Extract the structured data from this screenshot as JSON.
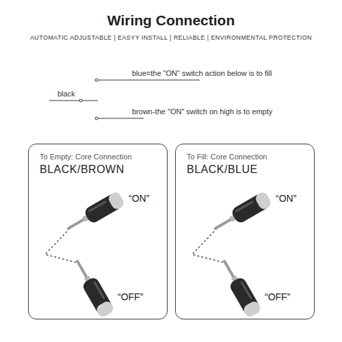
{
  "diagram": {
    "title": "Wiring Connection",
    "nodes": [
      {
        "text": [
          "To Empty: Core Connection",
          "BLACK/BROWN"
        ]
      },
      {
        "text": [
          "To Fill: Core Connection",
          "BLACK/BLUE"
        ]
      }
    ],
    "labels": [
      "AUTOMATIC ADJUSTABLE | EASYY INSTALL | RELIABLE | ENVIRONMENTAL PROTECTION",
      "blue=the \"ON\" switch action below is to fill",
      "black",
      "brown-the \"ON\" switch on high is to empty",
      "“ON”",
      "“OFF”",
      "“ON”",
      "“OFF”"
    ]
  }
}
